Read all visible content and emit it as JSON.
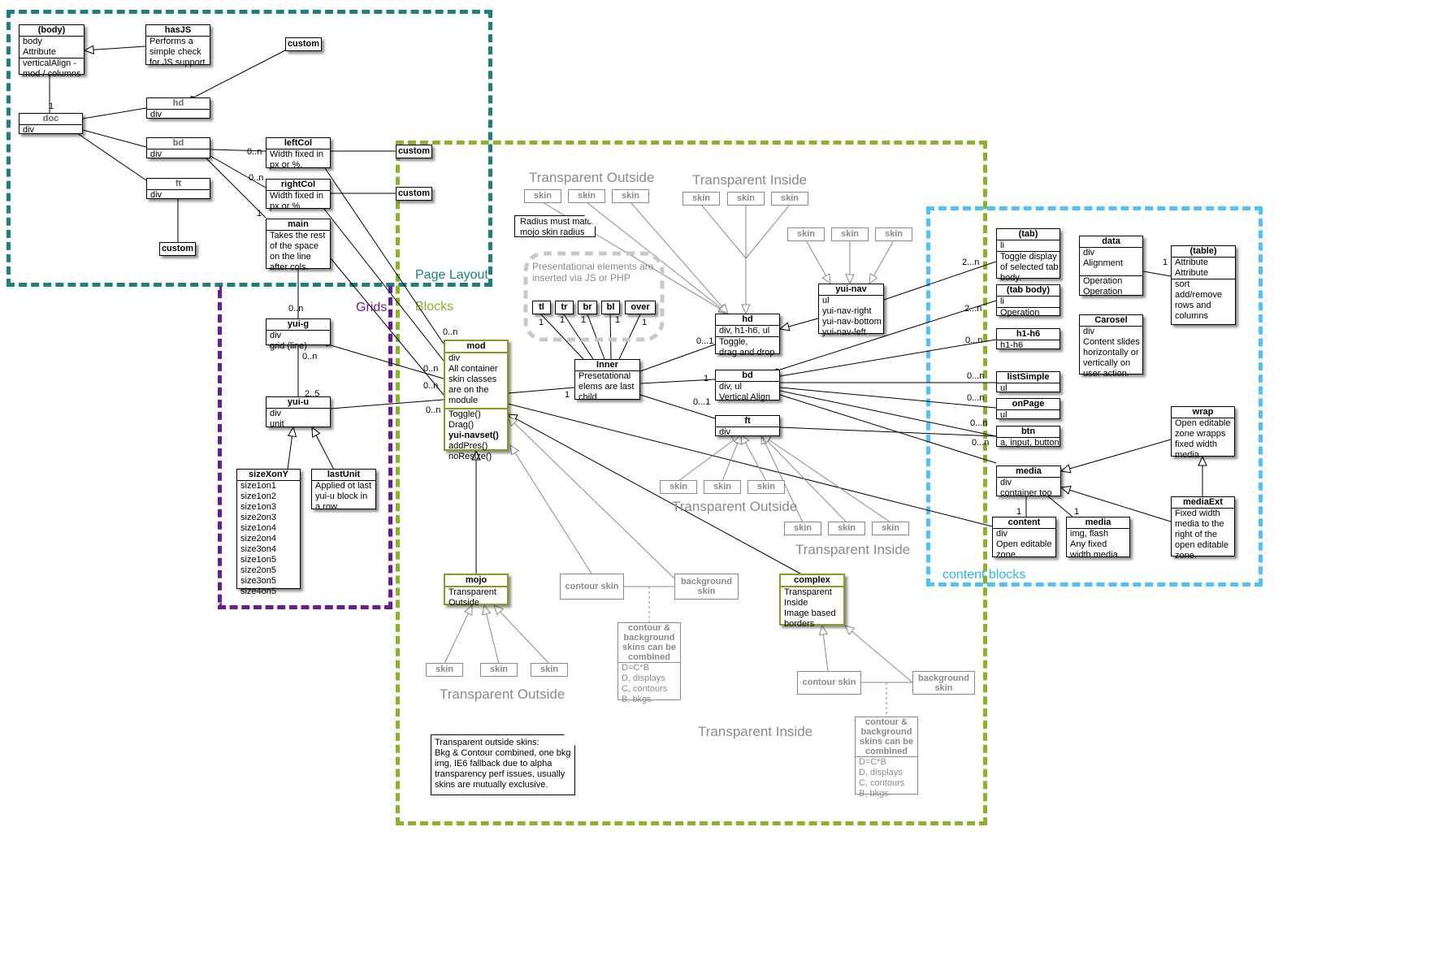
{
  "regions": {
    "page_layout": {
      "label": "Page Layout",
      "color": "#1e7f7f"
    },
    "grids": {
      "label": "Grids",
      "color": "#6a1b9a"
    },
    "blocks": {
      "label": "Blocks",
      "color": "#8ab22a"
    },
    "content_blocks": {
      "label": "content blocks",
      "color": "#4fc3f7"
    }
  },
  "colors": {
    "line": "#000000",
    "gray": "#8a8a8a",
    "green_box": "#7ea027"
  },
  "nodes": {
    "body": {
      "title": "(body)",
      "lines": [
        "body",
        "Attribute"
      ],
      "ops": [
        "verticalAlign -",
        "mod / columns"
      ]
    },
    "hasjs": {
      "title": "hasJS",
      "lines": [
        "Performs a",
        "simple check",
        "for JS support."
      ]
    },
    "custom1": {
      "title": "custom"
    },
    "hd_layout": {
      "title": "hd",
      "lines": [
        "div"
      ]
    },
    "doc": {
      "title": "doc",
      "lines": [
        "div"
      ]
    },
    "bd_layout": {
      "title": "bd",
      "lines": [
        "div"
      ]
    },
    "ft_layout": {
      "title": "ft",
      "lines": [
        "div"
      ]
    },
    "custom_ft": {
      "title": "custom"
    },
    "leftcol": {
      "title": "leftCol",
      "lines": [
        "Width fixed in",
        "px or %."
      ]
    },
    "rightcol": {
      "title": "rightCol",
      "lines": [
        "Width fixed in",
        "px or %."
      ]
    },
    "custom2": {
      "title": "custom"
    },
    "custom3": {
      "title": "custom"
    },
    "main": {
      "title": "main",
      "lines": [
        "Takes the rest",
        "of the space",
        "on the line",
        "after cols."
      ]
    },
    "yui_g": {
      "title": "yui-g",
      "lines": [
        "div",
        "grid (line)"
      ]
    },
    "yui_u": {
      "title": "yui-u",
      "lines": [
        "div",
        "unit"
      ]
    },
    "sizexony": {
      "title": "sizeXonY",
      "lines": [
        "size1on1",
        "size1on2",
        "size1on3",
        "size2on3",
        "size1on4",
        "size2on4",
        "size3on4",
        "size1on5",
        "size2on5",
        "size3on5",
        "size4on5"
      ]
    },
    "lastunit": {
      "title": "lastUnit",
      "lines": [
        "Applied ot last",
        "yui-u block in",
        "a row."
      ]
    },
    "mod": {
      "title": "mod",
      "lines": [
        "div",
        "All container",
        "skin classes",
        "are on the",
        "module"
      ],
      "ops": [
        "Toggle()",
        "Drag()",
        "yui-navset()",
        "addPres()",
        "noResize()"
      ]
    },
    "inner": {
      "title": "Inner",
      "lines": [
        "Presetational",
        "elems are last",
        "child."
      ]
    },
    "tl": {
      "title": "tl"
    },
    "tr": {
      "title": "tr"
    },
    "br": {
      "title": "br"
    },
    "bl": {
      "title": "bl"
    },
    "over": {
      "title": "over"
    },
    "hd_mod": {
      "title": "hd",
      "lines": [
        "div, h1-h6, ul"
      ],
      "ops": [
        "Toggle,",
        "drag and drop"
      ]
    },
    "bd_mod": {
      "title": "bd",
      "lines": [
        "div, ul",
        "Vertical Align"
      ]
    },
    "ft_mod": {
      "title": "ft",
      "lines": [
        "div"
      ]
    },
    "yui_nav": {
      "title": "yui-nav",
      "lines": [
        "ul",
        "yui-nav-right",
        "yui-nav-bottom",
        "yui-nav-left"
      ]
    },
    "tab": {
      "title": "(tab)",
      "lines": [
        "li"
      ],
      "ops": [
        "Toggle display",
        "of selected tab",
        "body."
      ]
    },
    "tab_body": {
      "title": "(tab body)",
      "lines": [
        "li"
      ],
      "ops": [
        "Operation"
      ]
    },
    "h1h6": {
      "title": "h1-h6",
      "lines": [
        "h1-h6"
      ]
    },
    "listsimple": {
      "title": "listSimple",
      "lines": [
        "ul"
      ]
    },
    "onpage": {
      "title": "onPage",
      "lines": [
        "ul"
      ]
    },
    "btn": {
      "title": "btn",
      "lines": [
        "a, input, button"
      ]
    },
    "data": {
      "title": "data",
      "lines": [
        "div",
        "Alignment"
      ],
      "ops": [
        "Operation",
        "Operation"
      ]
    },
    "table": {
      "title": "(table)",
      "lines": [
        "Attribute",
        "Attribute"
      ],
      "ops": [
        "sort",
        "add/remove",
        "rows and",
        "columns"
      ]
    },
    "carosel": {
      "title": "Carosel",
      "lines": [
        "div",
        "Content slides",
        "horizontally or",
        "vertically on",
        "user action."
      ]
    },
    "wrap": {
      "title": "wrap",
      "lines": [
        "Open editable",
        "zone wrapps",
        "fixed width",
        "media"
      ]
    },
    "media_block": {
      "title": "media",
      "lines": [
        "div",
        "container too"
      ]
    },
    "mediaext": {
      "title": "mediaExt",
      "lines": [
        "Fixed width",
        "media to the",
        "right of the",
        "open editable",
        "zone."
      ]
    },
    "content": {
      "title": "content",
      "lines": [
        "div",
        "Open editable",
        "zone."
      ]
    },
    "media_fixed": {
      "title": "media",
      "lines": [
        "img, flash",
        "Any fixed",
        "width media."
      ]
    },
    "mojo": {
      "title": "mojo",
      "lines": [
        "Transparent",
        "Outside"
      ]
    },
    "complex": {
      "title": "complex",
      "lines": [
        "Transparent",
        "Inside",
        "Image based",
        "borders"
      ]
    },
    "contour1": {
      "title": "contour skin"
    },
    "background1": {
      "title": "background\nskin"
    },
    "combined1": {
      "title": "contour &\nbackground\nskins can be\ncombined",
      "lines": [
        "D=C*B",
        "D, displays",
        "C, contours",
        "B, bkgs"
      ]
    },
    "contour2": {
      "title": "contour skin"
    },
    "background2": {
      "title": "background\nskin"
    },
    "combined2": {
      "title": "contour &\nbackground\nskins can be\ncombined",
      "lines": [
        "D=C*B",
        "D, displays",
        "C, contours",
        "B, bkgs"
      ]
    }
  },
  "skin_label": "skin",
  "captions": {
    "to_top": "Transparent Outside",
    "ti_top": "Transparent Inside",
    "to_mid": "Transparent Outside",
    "ti_mid": "Transparent Inside",
    "to_bottom": "Transparent Outside",
    "ti_bottom": "Transparent Inside"
  },
  "notes": {
    "radius": "Radius must match\nmojo skin radius",
    "pres": "Presentational elements are\ninserted via JS or PHP",
    "transparent": "Transparent outside skins:\nBkg & Contour combined, one bkg\nimg, IE6 fallback due to alpha\ntransparency perf issues, usually\nskins are mutually exclusive."
  },
  "multiplicities": {
    "body_doc": "1",
    "bd_leftcol": "0..n",
    "bd_rightcol": "0..n",
    "bd_main": "1",
    "main_yuig": "0..n",
    "mod_top": "0..n",
    "yuig_mod": "0..n",
    "yuig_yuiu_a": "0..n",
    "yuig_yuiu_b": "2..5",
    "yuiu_mod": "0..n",
    "main_mod": "0..n",
    "mod_inner": "1",
    "tl": "1",
    "tr": "1",
    "br": "1",
    "bl": "1",
    "over": "1",
    "inner_hd": "0...1",
    "inner_bd": "1",
    "inner_ft": "0...1",
    "tab": "2...n",
    "tab_body": "2...n",
    "h1h6": "0...n",
    "listsimple": "0...n",
    "onpage": "0...n",
    "btn_a": "0...n",
    "btn_b": "0...n",
    "table": "1",
    "content": "1",
    "media_fixed": "1"
  }
}
